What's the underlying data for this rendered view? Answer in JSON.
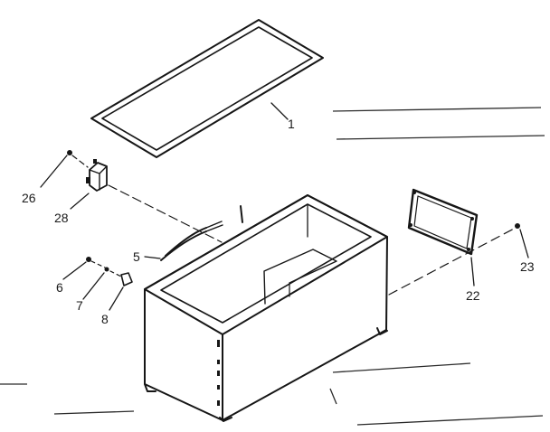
{
  "callouts": {
    "lid_gasket": "1",
    "wire": "5",
    "screw_6": "6",
    "washer_7": "7",
    "clip_8": "8",
    "cover_plate": "22",
    "screw_23": "23",
    "screw_26": "26",
    "switch_28": "28"
  },
  "colors": {
    "ink": "#161616",
    "paper": "#ffffff"
  }
}
